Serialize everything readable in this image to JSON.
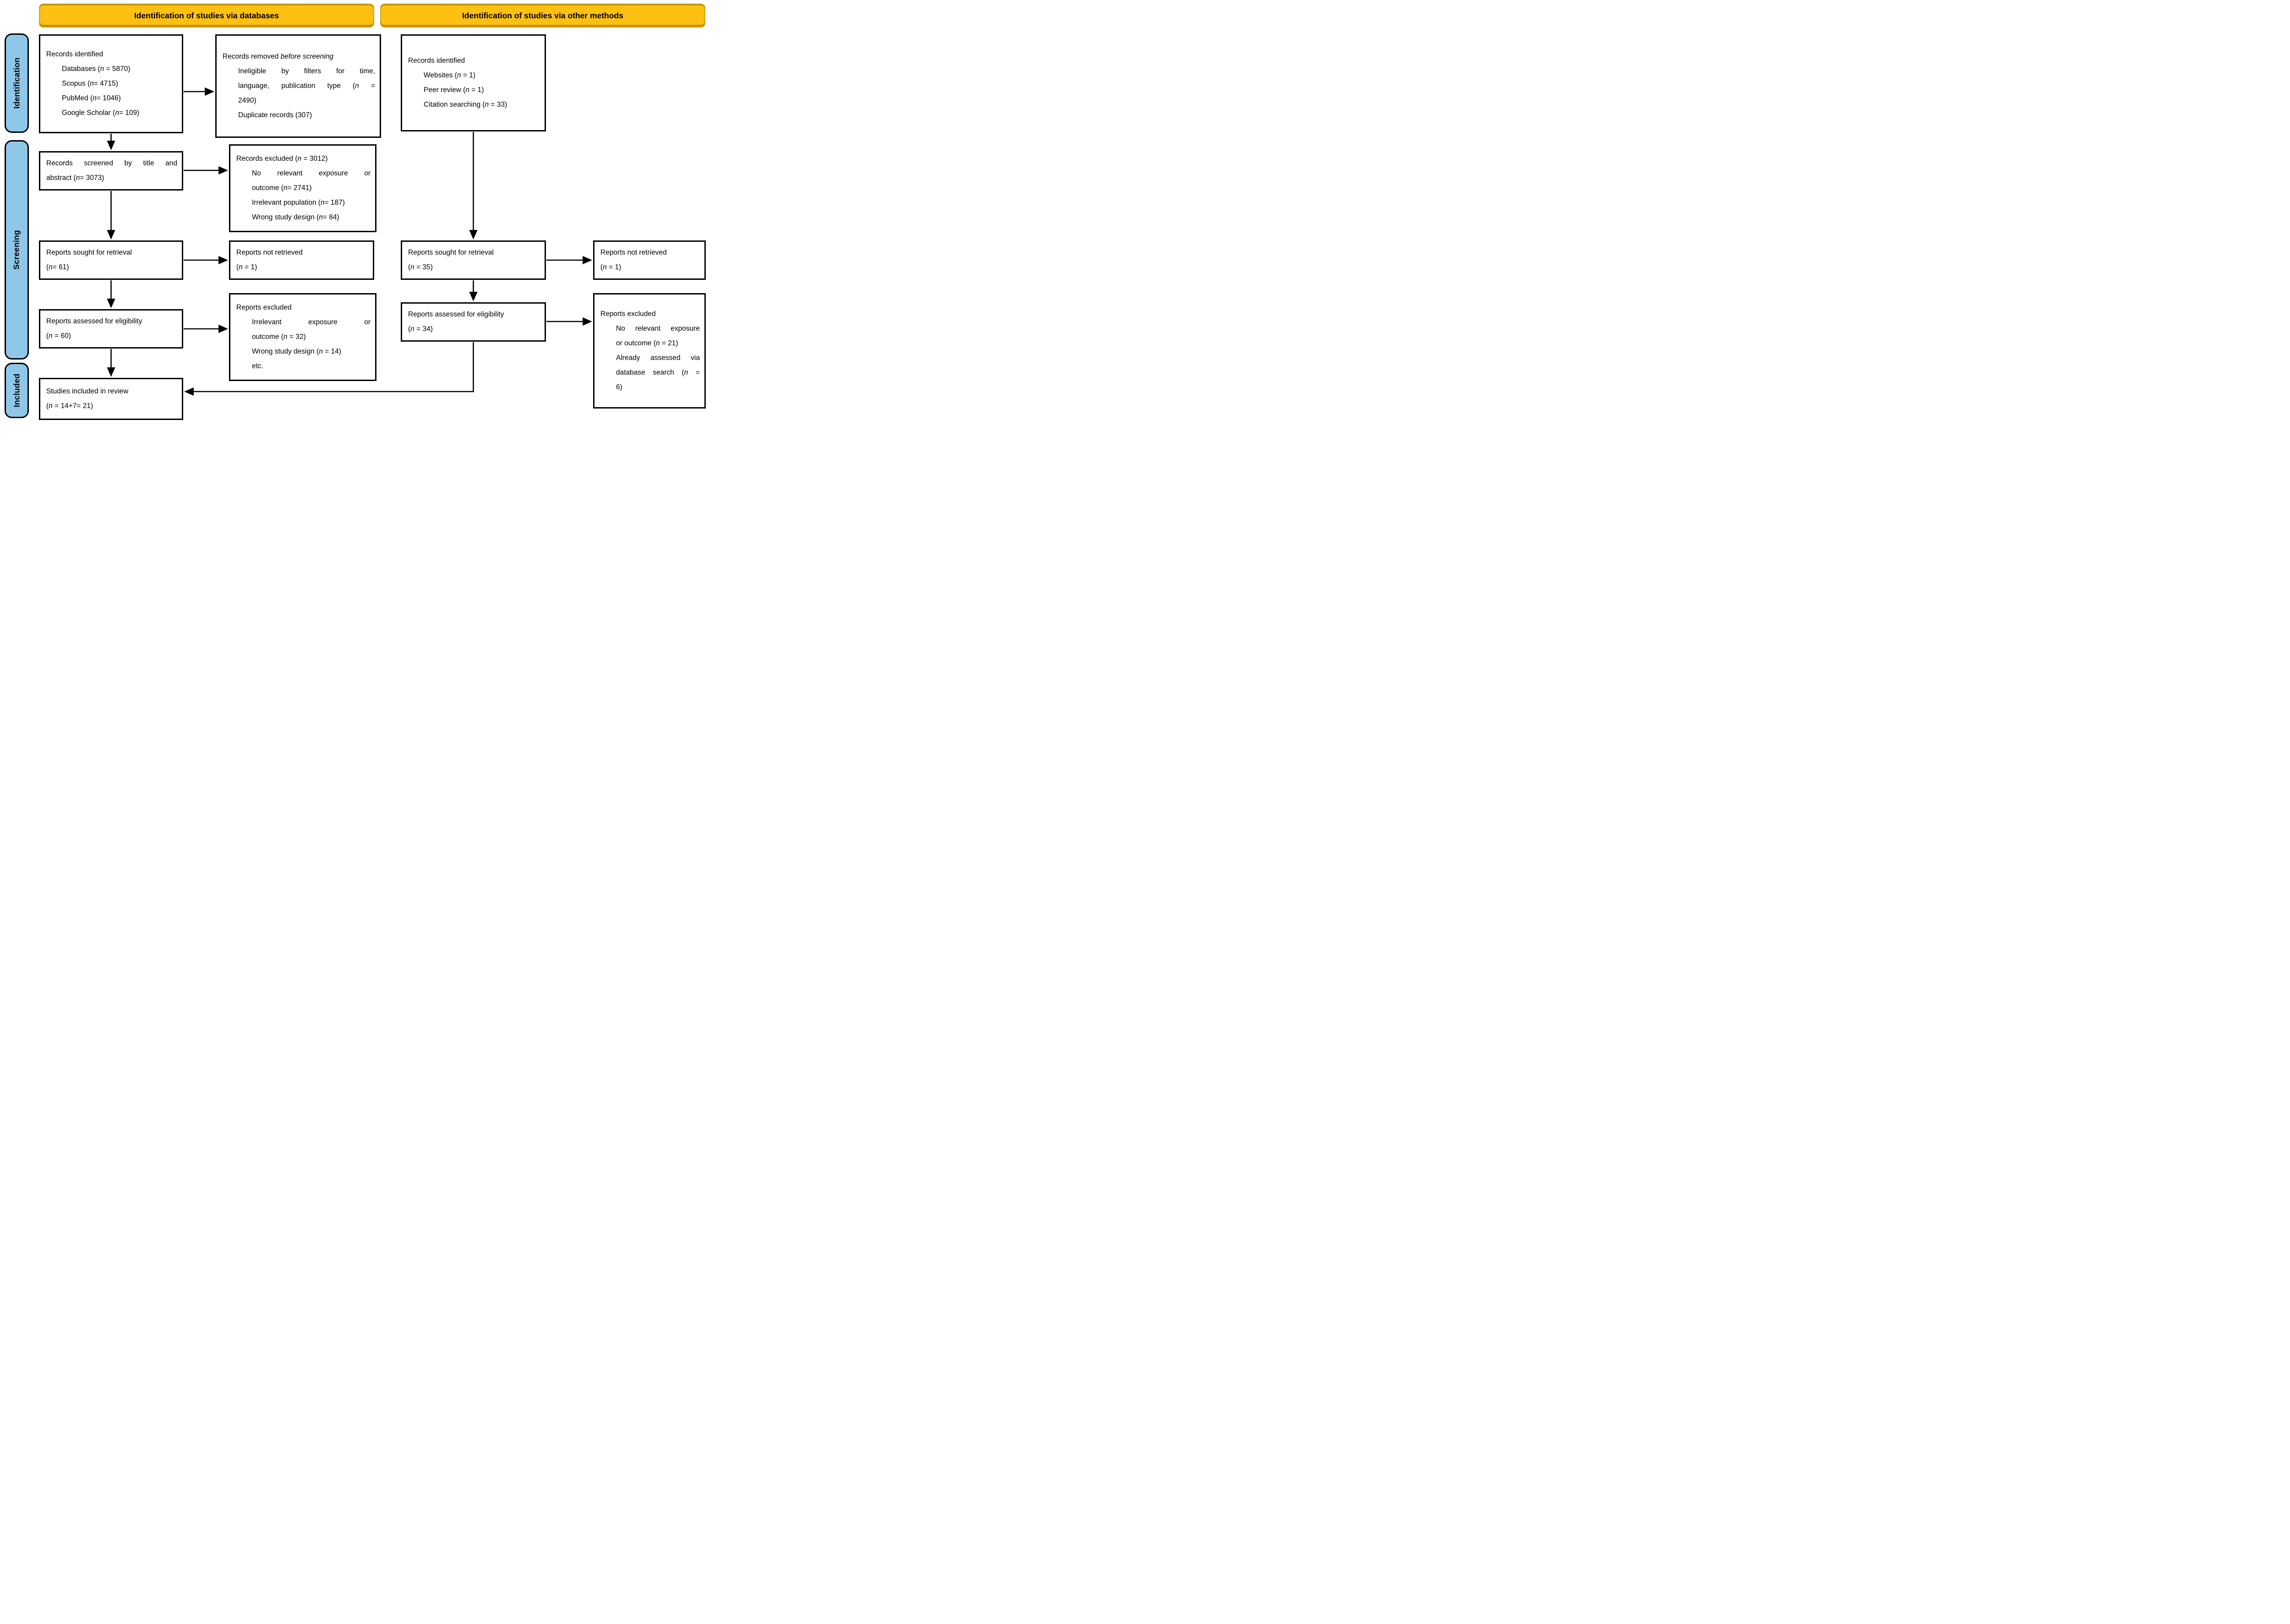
{
  "headers": {
    "databases": "Identification of studies via databases",
    "other_methods": "Identification of studies via other methods"
  },
  "sidebar": {
    "identification": "Identification",
    "screening": "Screening",
    "included": "Included"
  },
  "colors": {
    "header_fill": "#FEC011",
    "header_edge": "#C7940B",
    "stage_fill": "#8FC7E9",
    "box_border": "#000000"
  },
  "boxes": {
    "records_identified_databases": {
      "lines": [
        {
          "segments": [
            {
              "t": "Records identified"
            }
          ]
        },
        {
          "indent": true,
          "segments": [
            {
              "t": "Databases ("
            },
            {
              "t": "n",
              "i": true
            },
            {
              "t": " = 5870)"
            }
          ]
        },
        {
          "indent": true,
          "segments": [
            {
              "t": "Scopus ("
            },
            {
              "t": "n",
              "i": true
            },
            {
              "t": "= 4715)"
            }
          ]
        },
        {
          "indent": true,
          "segments": [
            {
              "t": "PubMed ("
            },
            {
              "t": "n",
              "i": true
            },
            {
              "t": "= 1046)"
            }
          ]
        },
        {
          "indent": true,
          "segments": [
            {
              "t": "Google Scholar ("
            },
            {
              "t": "n",
              "i": true
            },
            {
              "t": "= 109)"
            }
          ]
        }
      ]
    },
    "records_removed_before_screening": {
      "lines": [
        {
          "segments": [
            {
              "t": "Records removed "
            },
            {
              "t": "before screening",
              "i": true
            }
          ]
        },
        {
          "indent": true,
          "fj": true,
          "segments": [
            {
              "t": "Ineligible by filters for time,"
            }
          ]
        },
        {
          "indent": true,
          "fj": true,
          "segments": [
            {
              "t": "language, publication type ("
            },
            {
              "t": "n",
              "i": true
            },
            {
              "t": " ="
            }
          ]
        },
        {
          "indent": true,
          "segments": [
            {
              "t": "2490)"
            }
          ]
        },
        {
          "indent": true,
          "segments": [
            {
              "t": "Duplicate records (307)"
            }
          ]
        }
      ]
    },
    "records_identified_other": {
      "lines": [
        {
          "segments": [
            {
              "t": "Records identified"
            }
          ]
        },
        {
          "indent": true,
          "segments": [
            {
              "t": "Websites ("
            },
            {
              "t": "n",
              "i": true
            },
            {
              "t": " = 1)"
            }
          ]
        },
        {
          "indent": true,
          "segments": [
            {
              "t": "Peer review ("
            },
            {
              "t": "n",
              "i": true
            },
            {
              "t": " = 1)"
            }
          ]
        },
        {
          "indent": true,
          "segments": [
            {
              "t": "Citation searching ("
            },
            {
              "t": "n",
              "i": true
            },
            {
              "t": " = 33)"
            }
          ]
        }
      ]
    },
    "records_screened": {
      "lines": [
        {
          "fj": true,
          "segments": [
            {
              "t": "Records screened by title and"
            }
          ]
        },
        {
          "segments": [
            {
              "t": "abstract ("
            },
            {
              "t": "n",
              "i": true
            },
            {
              "t": "= 3073)"
            }
          ]
        }
      ]
    },
    "records_excluded": {
      "lines": [
        {
          "segments": [
            {
              "t": "Records excluded ("
            },
            {
              "t": "n",
              "i": true
            },
            {
              "t": " = 3012)"
            }
          ]
        },
        {
          "indent": true,
          "fj": true,
          "segments": [
            {
              "t": "No relevant exposure or"
            }
          ]
        },
        {
          "indent": true,
          "segments": [
            {
              "t": "outcome ("
            },
            {
              "t": "n",
              "i": true
            },
            {
              "t": "= 2741)"
            }
          ]
        },
        {
          "indent": true,
          "segments": [
            {
              "t": "Irrelevant population ("
            },
            {
              "t": "n",
              "i": true
            },
            {
              "t": "= 187)"
            }
          ]
        },
        {
          "indent": true,
          "segments": [
            {
              "t": "Wrong study design ("
            },
            {
              "t": "n",
              "i": true
            },
            {
              "t": "= 84)"
            }
          ]
        }
      ]
    },
    "reports_sought_databases": {
      "lines": [
        {
          "segments": [
            {
              "t": "Reports sought for retrieval"
            }
          ]
        },
        {
          "segments": [
            {
              "t": "("
            },
            {
              "t": "n",
              "i": true
            },
            {
              "t": "= 61)"
            }
          ]
        }
      ]
    },
    "reports_not_retrieved_databases": {
      "lines": [
        {
          "segments": [
            {
              "t": "Reports not retrieved"
            }
          ]
        },
        {
          "segments": [
            {
              "t": "("
            },
            {
              "t": "n",
              "i": true
            },
            {
              "t": " = 1)"
            }
          ]
        }
      ]
    },
    "reports_sought_other": {
      "lines": [
        {
          "segments": [
            {
              "t": "Reports sought for retrieval"
            }
          ]
        },
        {
          "segments": [
            {
              "t": "("
            },
            {
              "t": "n",
              "i": true
            },
            {
              "t": " = 35)"
            }
          ]
        }
      ]
    },
    "reports_not_retrieved_other": {
      "lines": [
        {
          "segments": [
            {
              "t": "Reports not retrieved"
            }
          ]
        },
        {
          "segments": [
            {
              "t": "("
            },
            {
              "t": "n",
              "i": true
            },
            {
              "t": " = 1)"
            }
          ]
        }
      ]
    },
    "reports_assessed_databases": {
      "lines": [
        {
          "segments": [
            {
              "t": "Reports assessed for eligibility"
            }
          ]
        },
        {
          "segments": [
            {
              "t": "("
            },
            {
              "t": "n",
              "i": true
            },
            {
              "t": " = 60)"
            }
          ]
        }
      ]
    },
    "reports_excluded_databases": {
      "lines": [
        {
          "segments": [
            {
              "t": "Reports excluded"
            }
          ]
        },
        {
          "indent": true,
          "fj": true,
          "segments": [
            {
              "t": "Irrelevant exposure or"
            }
          ]
        },
        {
          "indent": true,
          "segments": [
            {
              "t": "outcome ("
            },
            {
              "t": "n",
              "i": true
            },
            {
              "t": " = 32)"
            }
          ]
        },
        {
          "indent": true,
          "segments": [
            {
              "t": "Wrong study design ("
            },
            {
              "t": "n",
              "i": true
            },
            {
              "t": " = 14)"
            }
          ]
        },
        {
          "indent": true,
          "segments": [
            {
              "t": "etc."
            }
          ]
        }
      ]
    },
    "reports_assessed_other": {
      "lines": [
        {
          "segments": [
            {
              "t": "Reports assessed for eligibility"
            }
          ]
        },
        {
          "segments": [
            {
              "t": "("
            },
            {
              "t": "n",
              "i": true
            },
            {
              "t": " = 34)"
            }
          ]
        }
      ]
    },
    "reports_excluded_other": {
      "lines": [
        {
          "segments": [
            {
              "t": "Reports excluded"
            }
          ]
        },
        {
          "indent": true,
          "fj": true,
          "segments": [
            {
              "t": "No relevant exposure"
            }
          ]
        },
        {
          "indent": true,
          "segments": [
            {
              "t": "or outcome ("
            },
            {
              "t": "n",
              "i": true
            },
            {
              "t": " = 21)"
            }
          ]
        },
        {
          "indent": true,
          "fj": true,
          "segments": [
            {
              "t": "Already assessed via"
            }
          ]
        },
        {
          "indent": true,
          "fj": true,
          "segments": [
            {
              "t": "database search ("
            },
            {
              "t": "n",
              "i": true
            },
            {
              "t": " ="
            }
          ]
        },
        {
          "indent": true,
          "segments": [
            {
              "t": "6)"
            }
          ]
        }
      ]
    },
    "studies_included": {
      "lines": [
        {
          "segments": [
            {
              "t": "Studies included in review"
            }
          ]
        },
        {
          "segments": [
            {
              "t": "("
            },
            {
              "t": "n",
              "i": true
            },
            {
              "t": " = 14+7= 21)"
            }
          ]
        }
      ]
    }
  }
}
